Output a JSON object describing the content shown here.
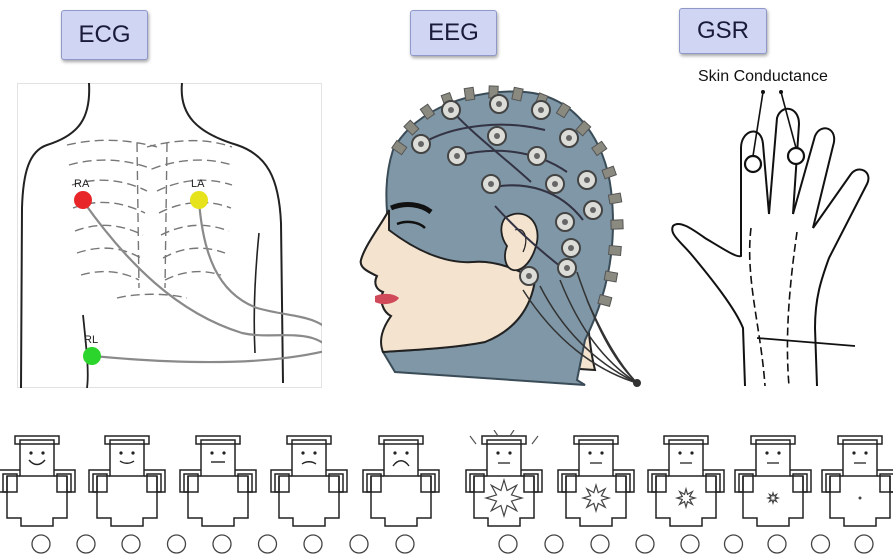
{
  "labels": {
    "ecg": "ECG",
    "eeg": "EEG",
    "gsr": "GSR"
  },
  "gsr_caption": "Skin Conductance",
  "ecg_electrodes": [
    {
      "label": "RA",
      "color": "#e8262a"
    },
    {
      "label": "LA",
      "color": "#e6e21c"
    },
    {
      "label": "RL",
      "color": "#2bd52b"
    }
  ],
  "colors": {
    "tag_fill": "#cfd5f2",
    "cap": "#7f97a6",
    "skin": "#f4e3cf",
    "lips": "#d04a5a"
  },
  "sam_valence_count": 5,
  "sam_arousal_count": 5
}
